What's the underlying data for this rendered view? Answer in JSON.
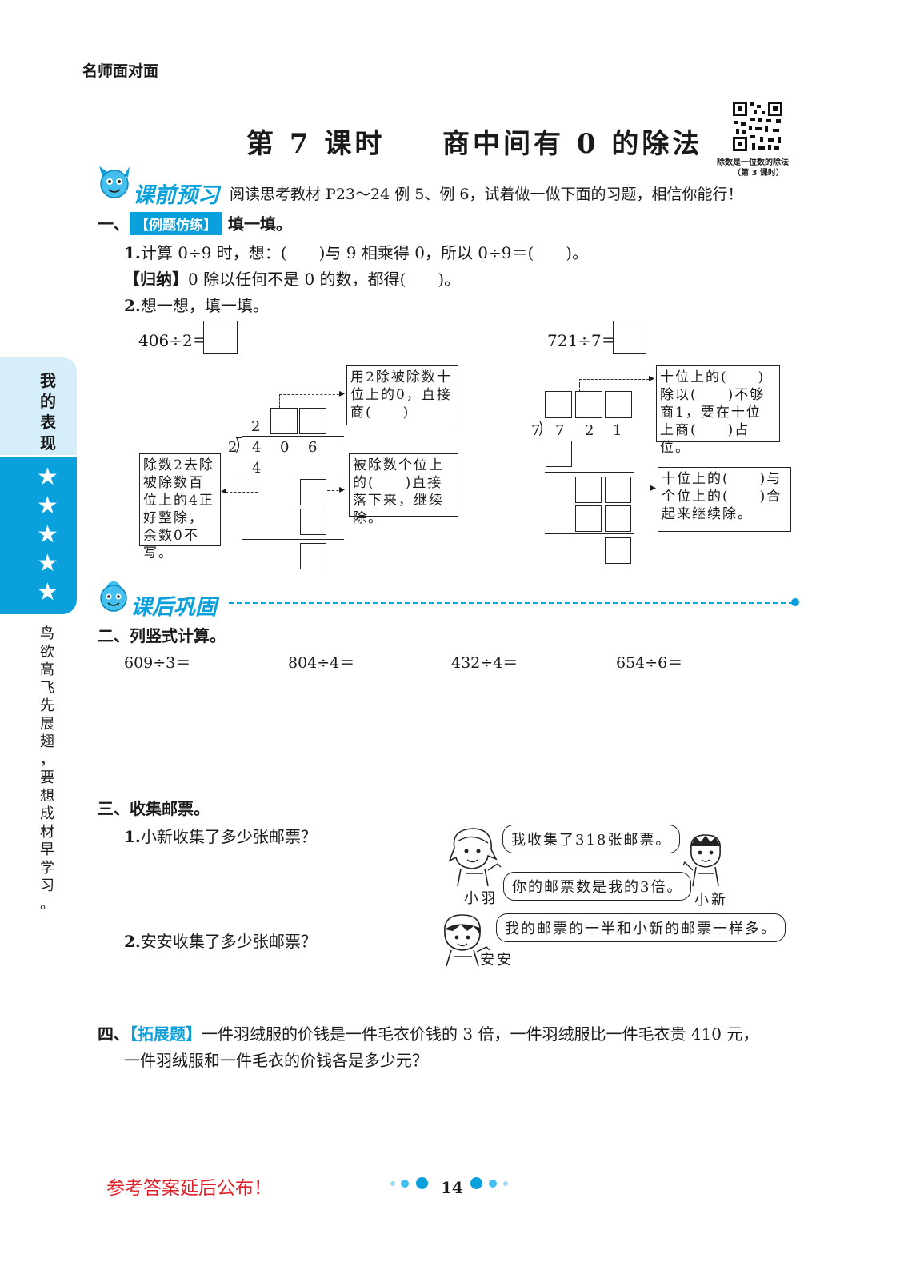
{
  "header": {
    "series": "名师面对面"
  },
  "title": {
    "lesson": "第 7 课时",
    "topic": "商中间有 0 的除法"
  },
  "qr": {
    "caption_line1": "除数是一位数的除法",
    "caption_line2": "（第 3 课时）"
  },
  "preview": {
    "banner": "课前预习",
    "instruction": "阅读思考教材 P23～24 例 5、例 6，试着做一做下面的习题，相信你能行！"
  },
  "section1": {
    "heading_prefix": "一、",
    "tag": "【例题仿练】",
    "heading": "填一填。",
    "q1_num": "1.",
    "q1_text": "计算 0÷9 时，想：(　　)与 9 相乘得 0，所以 0÷9＝(　　)。",
    "summary_tag": "【归纳】",
    "summary_text": "0 除以任何不是 0 的数，都得(　　)。",
    "q2_num": "2.",
    "q2_text": "想一想，填一填。",
    "left": {
      "expr": "406÷2＝",
      "quotient_first": "2",
      "divisor": "2",
      "d1": "4",
      "d2": "0",
      "d3": "6",
      "sub1": "4",
      "note_top": "用2除被除数十位上的0，直接商(　　)",
      "note_mid": "被除数个位上的(　　)直接落下来，继续除。",
      "note_left": "除数2去除被除数百位上的4正好整除，余数0不写。"
    },
    "right": {
      "expr": "721÷7＝",
      "divisor": "7",
      "d1": "7",
      "d2": "2",
      "d3": "1",
      "note_top": "十位上的(　　)除以(　　)不够商1，要在十位上商(　　)占位。",
      "note_mid": "十位上的(　　)与个位上的(　　)合起来继续除。"
    }
  },
  "sidebar": {
    "label": [
      "我",
      "的",
      "表",
      "现"
    ],
    "stars": [
      "★",
      "★",
      "★",
      "★",
      "★"
    ],
    "motto": [
      "鸟",
      "欲",
      "高",
      "飞",
      "先",
      "展",
      "翅",
      "，",
      "要",
      "想",
      "成",
      "材",
      "早",
      "学",
      "习",
      "。"
    ]
  },
  "review": {
    "banner": "课后巩固"
  },
  "section2": {
    "heading": "二、列竖式计算。",
    "items": [
      "609÷3＝",
      "804÷4＝",
      "432÷4＝",
      "654÷6＝"
    ]
  },
  "section3": {
    "heading": "三、收集邮票。",
    "q1_num": "1.",
    "q1_text": "小新收集了多少张邮票？",
    "q2_num": "2.",
    "q2_text": "安安收集了多少张邮票？",
    "bubble1": "我收集了318张邮票。",
    "bubble2": "你的邮票数是我的3倍。",
    "bubble3": "我的邮票的一半和小新的邮票一样多。",
    "name1": "小羽",
    "name2": "小新",
    "name3": "安安"
  },
  "section4": {
    "prefix": "四、",
    "tag": "【拓展题】",
    "line1": "一件羽绒服的价钱是一件毛衣价钱的 3 倍，一件羽绒服比一件毛衣贵 410 元，",
    "line2": "一件羽绒服和一件毛衣的价钱各是多少元？"
  },
  "footer": {
    "notice": "参考答案延后公布！",
    "page": "14"
  },
  "colors": {
    "accent": "#0aa0dc",
    "notice": "#e0202a",
    "sidebar_light": "#d6eefa"
  }
}
